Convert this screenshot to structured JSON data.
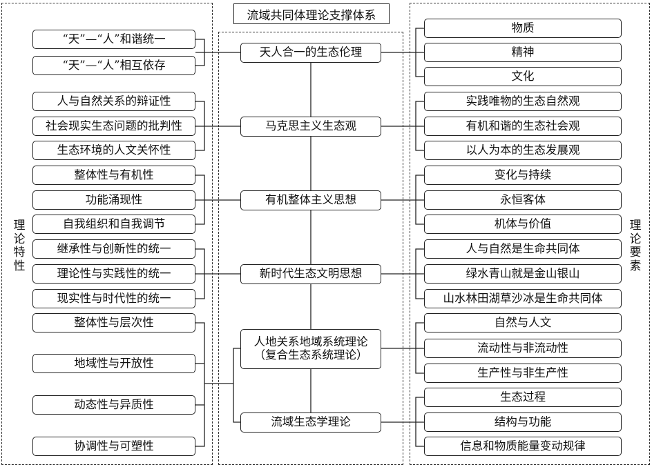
{
  "title": "流域共同体理论支撑体系",
  "left_label": [
    "理",
    "论",
    "特",
    "性"
  ],
  "right_label": [
    "理",
    "论",
    "要",
    "素"
  ],
  "center": [
    "天人合一的生态伦理",
    "马克思主义生态观",
    "有机整体主义思想",
    "新时代生态文明思想",
    [
      "人地关系地域系统理论",
      "（复合生态系统理论）"
    ],
    "流域生态学理论"
  ],
  "left": [
    [
      "“天”—“人”和谐统一",
      "“天”—“人”相互依存"
    ],
    [
      "人与自然关系的辩证性",
      "社会现实生态问题的批判性",
      "生态环境的人文关怀性"
    ],
    [
      "整体性与有机性",
      "功能涌现性",
      "自我组织和自我调节"
    ],
    [
      "继承性与创新性的统一",
      "理论性与实践性的统一",
      "现实性与时代性的统一"
    ],
    [
      "整体性与层次性",
      "地域性与开放性",
      "动态性与异质性",
      "协调性与可塑性"
    ]
  ],
  "right": [
    [
      "物质",
      "精神",
      "文化"
    ],
    [
      "实践唯物的生态自然观",
      "有机和谐的生态社会观",
      "以人为本的生态发展观"
    ],
    [
      "变化与持续",
      "永恒客体",
      "机体与价值"
    ],
    [
      "人与自然是生命共同体",
      "绿水青山就是金山银山",
      "山水林田湖草沙冰是生命共同体"
    ],
    [
      "自然与人文",
      "流动性与非流动性",
      "生产性与非生产性"
    ],
    [
      "生态过程",
      "结构与功能",
      "信息和物质能量变动规律"
    ]
  ]
}
